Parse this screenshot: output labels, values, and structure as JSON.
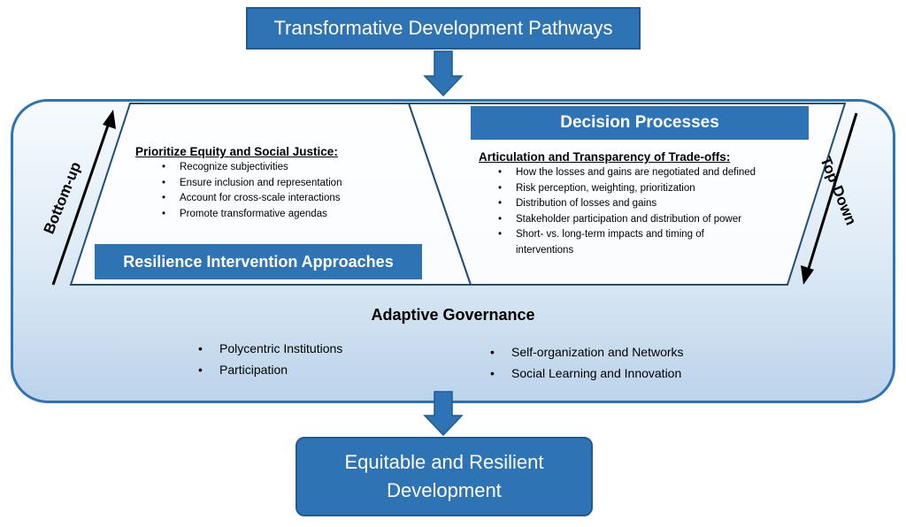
{
  "top_box": "Transformative Development Pathways",
  "bottom_box": {
    "line1": "Equitable and Resilient",
    "line2": "Development"
  },
  "left_panel": {
    "heading": "Prioritize Equity and Social Justice",
    "items": [
      "Recognize subjectivities",
      "Ensure inclusion and representation",
      "Account for cross-scale interactions",
      "Promote transformative agendas"
    ],
    "label": "Resilience Intervention Approaches",
    "side_label": "Bottom-up"
  },
  "right_panel": {
    "label": "Decision Processes",
    "heading": "Articulation and Transparency of Trade-offs",
    "items": [
      "How the losses and gains are negotiated and defined",
      "Risk perception, weighting, prioritization",
      "Distribution of losses and gains",
      "Stakeholder participation and distribution of power",
      "Short- vs. long-term impacts and timing of interventions"
    ],
    "side_label": "Top-Down"
  },
  "governance": {
    "title": "Adaptive Governance",
    "left_items": [
      "Polycentric Institutions",
      "Participation"
    ],
    "right_items": [
      "Self-organization and Networks",
      "Social Learning and Innovation"
    ]
  },
  "colors": {
    "primary_blue": "#2e74b5",
    "dark_blue": "#1f5a93",
    "panel_border": "#1f4e79"
  }
}
